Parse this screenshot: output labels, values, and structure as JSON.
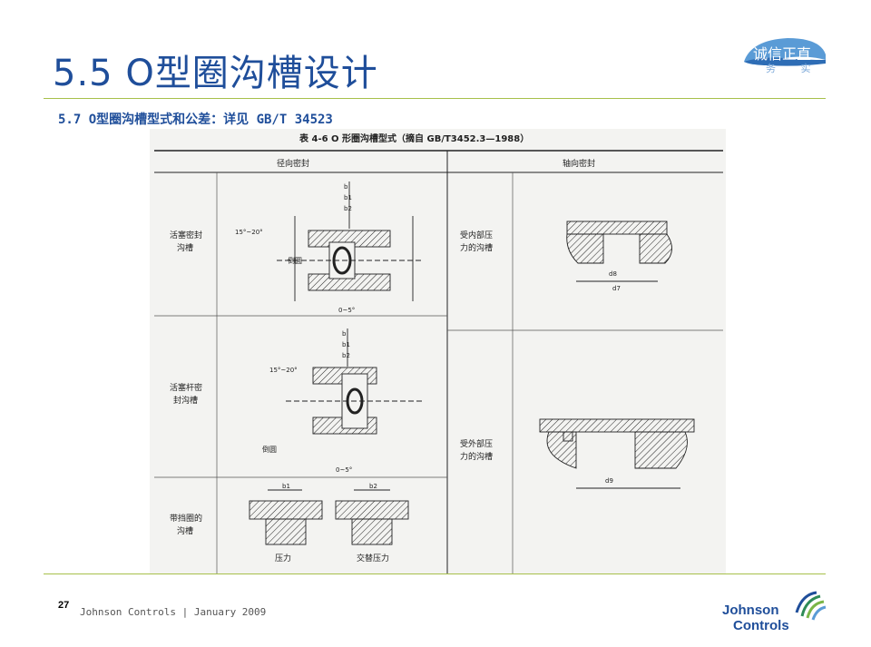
{
  "title": "5.5 O型圈沟槽设计",
  "subtitle": "5.7 O型圈沟槽型式和公差：详见 GB/T 34523",
  "brand_badge": {
    "line1": "诚信正直",
    "line2": "务 实"
  },
  "figure": {
    "caption": "表 4-6   O 形圈沟槽型式（摘自 GB/T3452.3—1988）",
    "col_radial": "径向密封",
    "col_axial": "轴向密封",
    "row1_label": [
      "活塞密封",
      "沟槽"
    ],
    "row2_label": [
      "活塞杆密",
      "封沟槽"
    ],
    "row3_label": [
      "带挡圈的",
      "沟槽"
    ],
    "axial_row1_label": [
      "受内部压",
      "力的沟槽"
    ],
    "axial_row2_label": [
      "受外部压",
      "力的沟槽"
    ],
    "chamfer_label": "倒圆",
    "angle_label": "15°~20°",
    "taper_label": "0~5°",
    "pressure_label": "压力",
    "alt_pressure_label": "交替压力"
  },
  "footer": {
    "page_number": "27",
    "text": "Johnson Controls | January 2009",
    "logo_line1": "Johnson",
    "logo_line2": "Controls"
  },
  "colors": {
    "title": "#1f4e9a",
    "rule": "#a7c04a",
    "figure_bg": "#f3f3f1"
  }
}
